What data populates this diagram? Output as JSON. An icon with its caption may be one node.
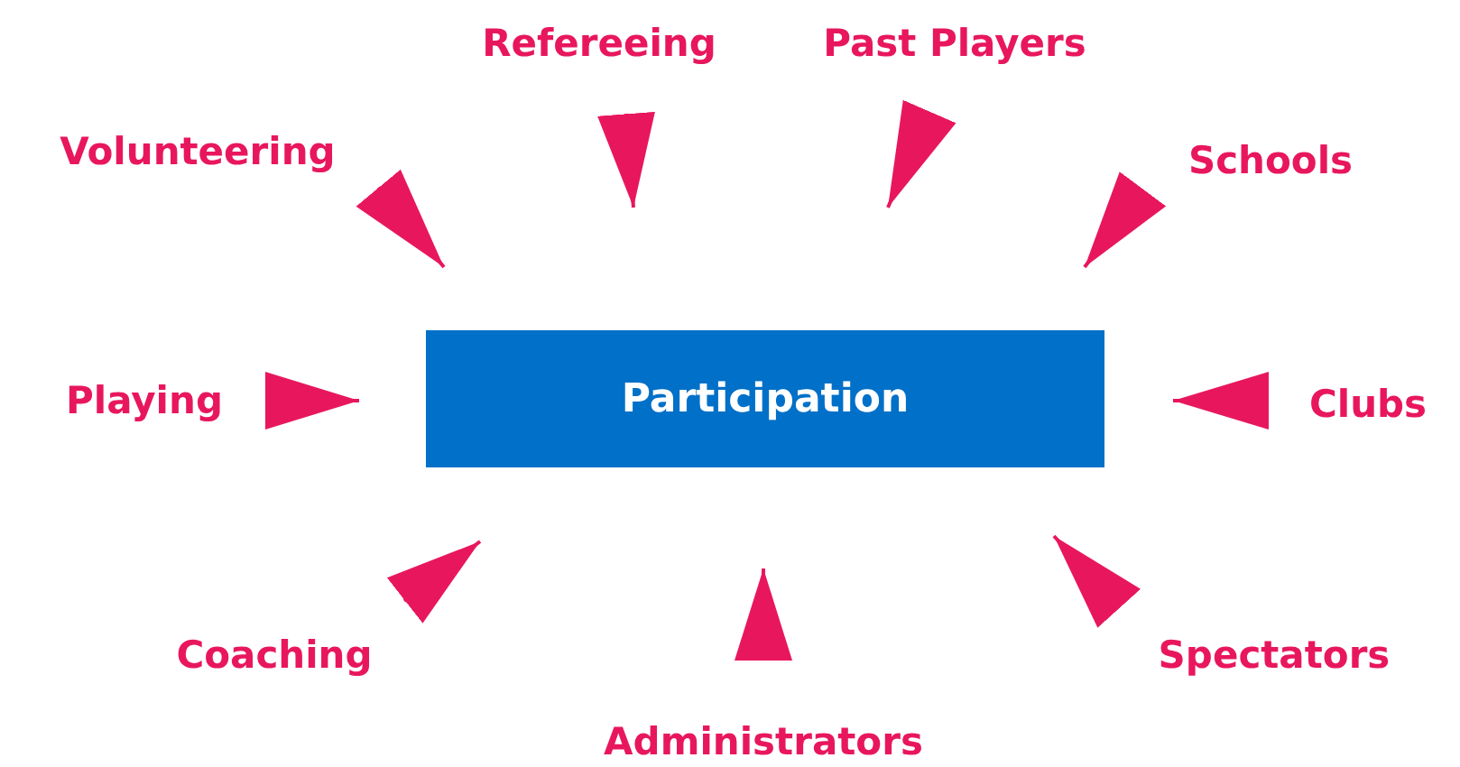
{
  "diagram": {
    "nodes": [
      {
        "text": [
          "Refereeing"
        ]
      },
      {
        "text": [
          "Past Players"
        ]
      },
      {
        "text": [
          "Volunteering"
        ]
      },
      {
        "text": [
          "Schools"
        ]
      },
      {
        "text": [
          "Playing"
        ]
      },
      {
        "text": [
          "Participation"
        ]
      },
      {
        "text": [
          "Clubs"
        ]
      },
      {
        "text": [
          "Coaching"
        ]
      },
      {
        "text": [
          "Spectators"
        ]
      },
      {
        "text": [
          "Administrators"
        ]
      }
    ],
    "edges": [
      {
        "from": 0,
        "to": 5,
        "arrow": "to"
      },
      {
        "from": 1,
        "to": 5,
        "arrow": "to"
      },
      {
        "from": 2,
        "to": 5,
        "arrow": "to"
      },
      {
        "from": 3,
        "to": 5,
        "arrow": "to"
      },
      {
        "from": 4,
        "to": 5,
        "arrow": "to"
      },
      {
        "from": 6,
        "to": 5,
        "arrow": "to"
      },
      {
        "from": 7,
        "to": 5,
        "arrow": "to"
      },
      {
        "from": 8,
        "to": 5,
        "arrow": "to"
      },
      {
        "from": 9,
        "to": 5,
        "arrow": "to"
      }
    ]
  }
}
